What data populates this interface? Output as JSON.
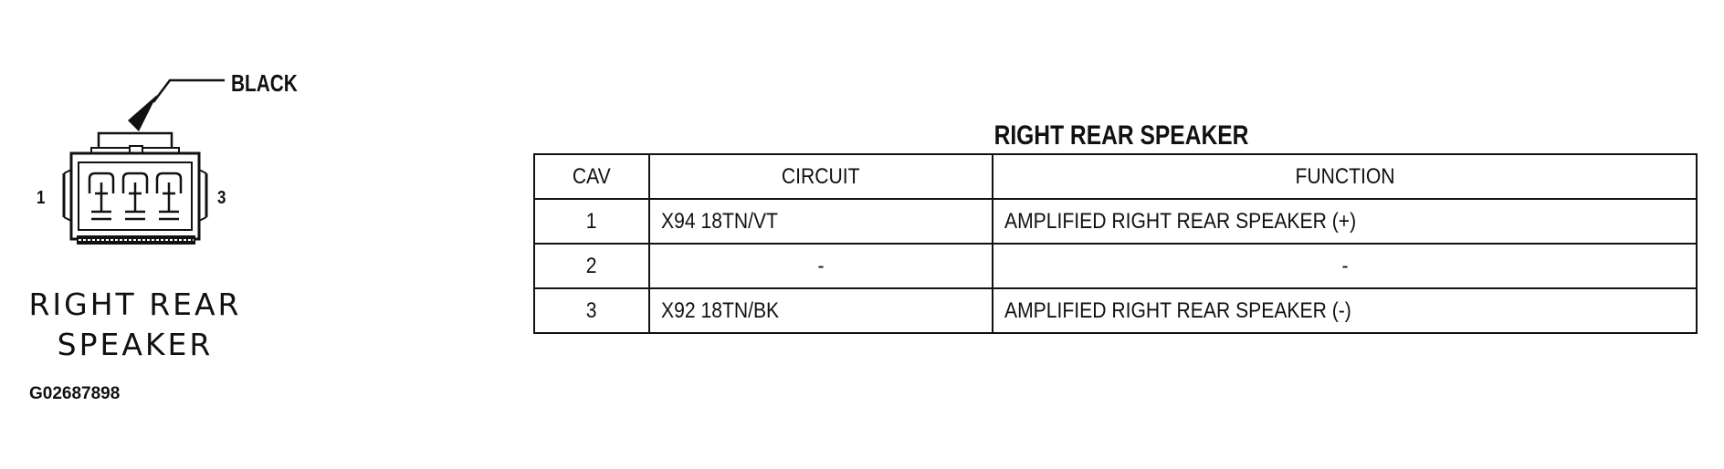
{
  "connector": {
    "color_label": "BLACK",
    "pin_left": "1",
    "pin_right": "3",
    "name_line1": "RIGHT REAR",
    "name_line2": "SPEAKER",
    "figure_id": "G02687898"
  },
  "table": {
    "title": "RIGHT REAR SPEAKER",
    "columns": [
      "CAV",
      "CIRCUIT",
      "FUNCTION"
    ],
    "rows": [
      {
        "cav": "1",
        "circuit": "X94 18TN/VT",
        "function": "AMPLIFIED RIGHT REAR SPEAKER (+)"
      },
      {
        "cav": "2",
        "circuit": "-",
        "function": "-"
      },
      {
        "cav": "3",
        "circuit": "X92 18TN/BK",
        "function": "AMPLIFIED RIGHT REAR SPEAKER (-)"
      }
    ]
  }
}
